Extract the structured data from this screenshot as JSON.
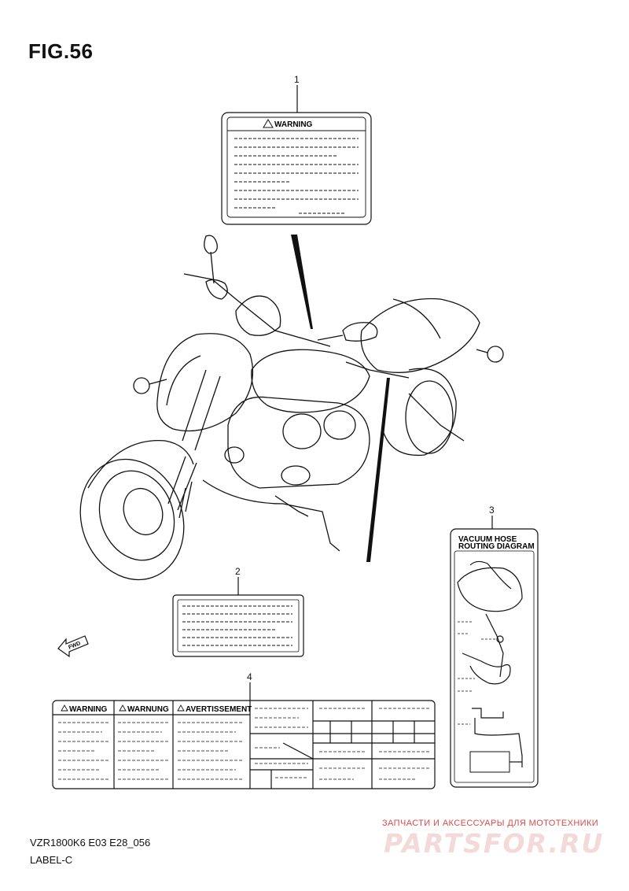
{
  "figure": {
    "title": "FIG.56",
    "model_code": "VZR1800K6 E03 E28_056",
    "section_label": "LABEL-C"
  },
  "callouts": [
    "1",
    "2",
    "3",
    "4"
  ],
  "labels": {
    "warning_label": {
      "heading": "WARNING"
    },
    "vacuum_hose_label": {
      "heading_line1": "VACUUM HOSE",
      "heading_line2": "ROUTING DIAGRAM"
    },
    "multilingual_label": {
      "heading_en": "WARNING",
      "heading_de": "WARNUNG",
      "heading_fr": "AVERTISSEMENT"
    }
  },
  "direction_arrow": {
    "text": "FWD"
  },
  "watermark": {
    "tagline": "ЗАПЧАСТИ И АКСЕССУАРЫ ДЛЯ МОТОТЕХНИКИ",
    "brand": "PARTSFOR.RU"
  },
  "colors": {
    "line": "#111111",
    "watermark_red": "#d94a4a"
  }
}
